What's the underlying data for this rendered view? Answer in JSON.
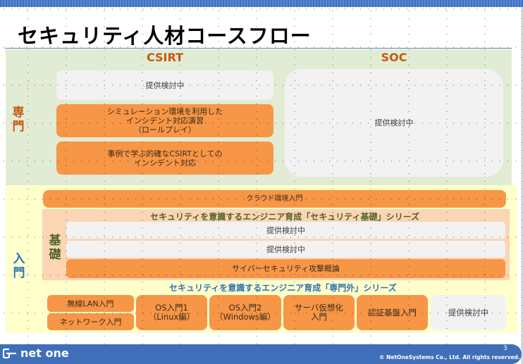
{
  "slide": {
    "title": "セキュリティ人材コースフロー",
    "page_number": "3",
    "copyright": "© NetOneSystems Co., Ltd. All rights reserved.",
    "logo_text": "net one"
  },
  "senmon": {
    "label": "専門",
    "csirt": {
      "heading": "CSIRT",
      "courses": [
        {
          "text": "提供検討中",
          "status": "planned"
        },
        {
          "text": "シミュレーション環境を利用した\nインシデント対応演習\n（ロールプレイ）",
          "status": "available"
        },
        {
          "text": "事例で学ぶ的確なCSIRTとしての\nインシデント対応",
          "status": "available"
        }
      ]
    },
    "soc": {
      "heading": "SOC",
      "courses": [
        {
          "text": "提供検討中",
          "status": "planned"
        }
      ]
    }
  },
  "nyumon": {
    "label": "入門",
    "cloud_course": "クラウド環境入門",
    "kiso": {
      "label": "基礎",
      "series_title": "セキュリティを意識するエンジニア育成「セキュリティ基礎」シリーズ",
      "courses": [
        {
          "text": "提供検討中",
          "status": "planned"
        },
        {
          "text": "提供検討中",
          "status": "planned"
        },
        {
          "text": "サイバーセキュリティ攻撃概論",
          "status": "available"
        }
      ]
    },
    "senmongai": {
      "series_title": "セキュリティを意識するエンジニア育成「専門外」シリーズ",
      "courses": [
        {
          "text": "無線LAN入門",
          "status": "available"
        },
        {
          "text": "ネットワーク入門",
          "status": "available"
        },
        {
          "text": "OS入門1\n（Linux編）",
          "status": "available"
        },
        {
          "text": "OS入門2\n（Windows編）",
          "status": "available"
        },
        {
          "text": "サーバ仮想化\n入門",
          "status": "available"
        },
        {
          "text": "認証基盤入門",
          "status": "available"
        },
        {
          "text": "提供検討中",
          "status": "planned"
        }
      ]
    }
  },
  "colors": {
    "available": "#f79646",
    "planned": "#f2f2f2",
    "senmon_band": "#e2ebd3",
    "nyumon_band": "#ffffcc",
    "kiso_panel": "#fcd5b4",
    "heading_orange": "#c55a11",
    "kiso_green": "#4f6228",
    "senmongai_blue": "#2e74b5",
    "footer_blue": "#3f6fb8"
  }
}
